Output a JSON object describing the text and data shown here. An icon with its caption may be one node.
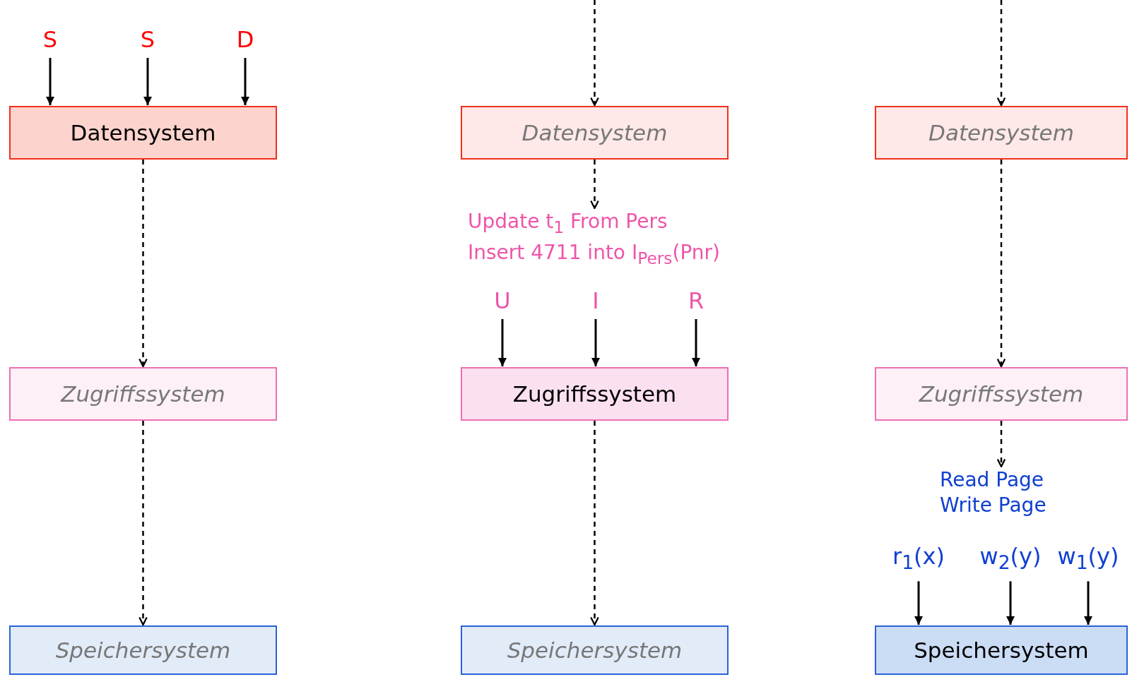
{
  "diagram": {
    "nodes": [
      {
        "text": [
          "S"
        ]
      },
      {
        "text": [
          "S"
        ]
      },
      {
        "text": [
          "D"
        ]
      },
      {
        "text": [
          "Datensystem"
        ]
      },
      {
        "text": [
          "Zugriffssystem"
        ]
      },
      {
        "text": [
          "Speichersystem"
        ]
      },
      {
        "text": [
          "Datensystem"
        ]
      },
      {
        "text": [
          "Update t$_{1}$ From Pers Insert 4711 into I$_{Pers}$(Pnr)"
        ]
      },
      {
        "text": [
          "U"
        ]
      },
      {
        "text": [
          "I"
        ]
      },
      {
        "text": [
          "R"
        ]
      },
      {
        "text": [
          "Zugriffssystem"
        ]
      },
      {
        "text": [
          "Speichersystem"
        ]
      },
      {
        "text": [
          "Datensystem"
        ]
      },
      {
        "text": [
          "Zugriffssystem"
        ]
      },
      {
        "text": [
          "Read Page Write Page"
        ]
      },
      {
        "text": [
          "r$_{1}$(x)"
        ]
      },
      {
        "text": [
          "w$_{2}$(y)"
        ]
      },
      {
        "text": [
          "w$_{1}$(y)"
        ]
      },
      {
        "text": [
          "Speichersystem"
        ]
      }
    ],
    "edges": [
      {
        "from": 0,
        "to": 3,
        "arrow": "to"
      },
      {
        "from": 1,
        "to": 3,
        "arrow": "to"
      },
      {
        "from": 2,
        "to": 3,
        "arrow": "to"
      },
      {
        "from": 3,
        "to": 4,
        "arrow": "to",
        "style": "dashed"
      },
      {
        "from": 4,
        "to": 5,
        "arrow": "to",
        "style": "dashed"
      },
      {
        "from": null,
        "to": 6,
        "arrow": "to",
        "style": "dashed"
      },
      {
        "from": 6,
        "to": 7,
        "arrow": "to",
        "style": "dashed"
      },
      {
        "from": 8,
        "to": 11,
        "arrow": "to"
      },
      {
        "from": 9,
        "to": 11,
        "arrow": "to"
      },
      {
        "from": 10,
        "to": 11,
        "arrow": "to"
      },
      {
        "from": 11,
        "to": 12,
        "arrow": "to",
        "style": "dashed"
      },
      {
        "from": null,
        "to": 13,
        "arrow": "to",
        "style": "dashed"
      },
      {
        "from": 13,
        "to": 14,
        "arrow": "to",
        "style": "dashed"
      },
      {
        "from": 14,
        "to": 15,
        "arrow": "to",
        "style": "dashed"
      },
      {
        "from": 16,
        "to": 19,
        "arrow": "to"
      },
      {
        "from": 17,
        "to": 19,
        "arrow": "to"
      },
      {
        "from": 18,
        "to": 19,
        "arrow": "to"
      }
    ]
  }
}
